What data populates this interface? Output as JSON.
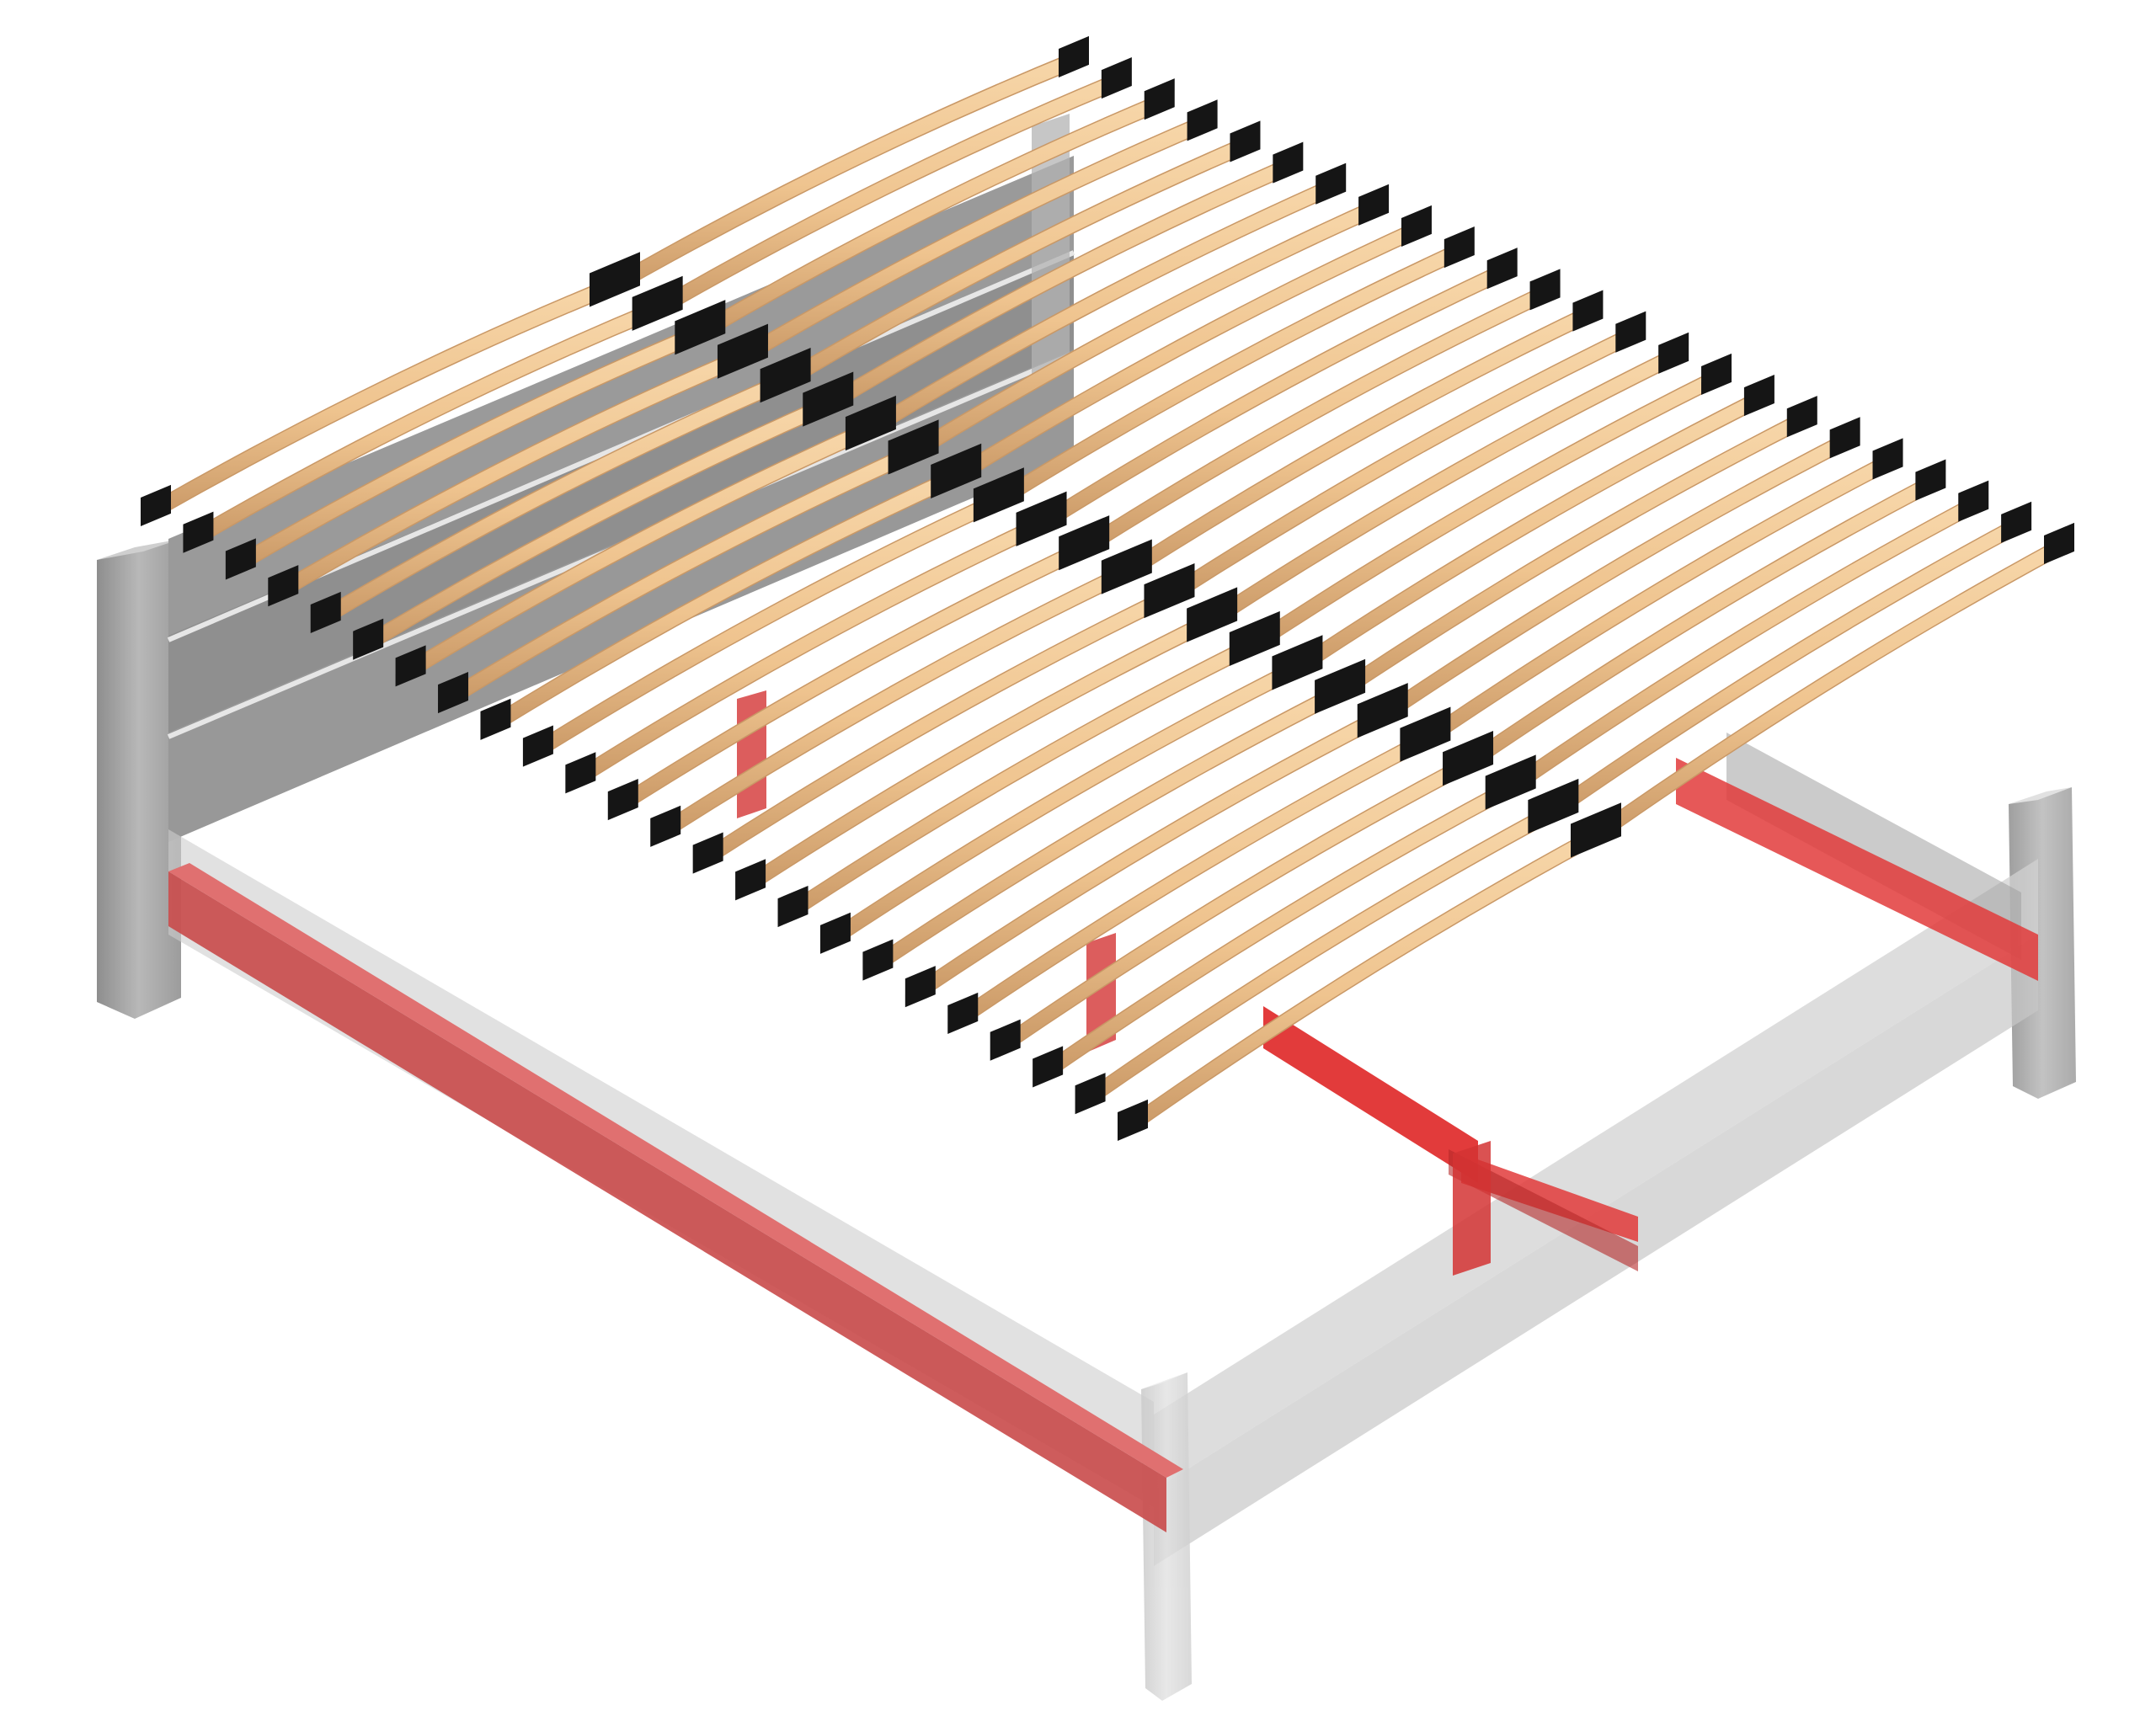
{
  "diagram": {
    "subject": "bed-frame-with-slatted-base",
    "background_color": "#ffffff",
    "colors": {
      "frame_gray": "#a9a9a9",
      "frame_gray_dark": "#8e8e8e",
      "frame_gray_light": "#d4d4d4",
      "support_red": "#e23b3b",
      "support_red_dark": "#b52a2a",
      "slat_wood": "#efc48f",
      "slat_wood_dark": "#c99866",
      "slat_holder_black": "#151515"
    },
    "slats": {
      "count_per_side": 24,
      "sides": 2,
      "central_holder_column": true
    },
    "icons": [
      "headboard-icon",
      "footboard-icon",
      "side-rail-icon",
      "center-beam-icon",
      "support-leg-icon",
      "slat-icon",
      "slat-holder-icon"
    ]
  }
}
